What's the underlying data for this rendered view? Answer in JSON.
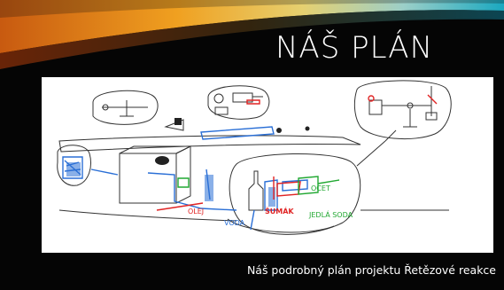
{
  "slide": {
    "title": "NÁŠ PLÁN",
    "caption": "Náš podrobný plán projektu Řetězové reakce"
  },
  "sketch_labels": {
    "olej": "OLEJ",
    "voda": "VODA",
    "sumak": "ŠUMÁK",
    "ocet": "OCET",
    "jedla_soda": "JEDLÁ SODA"
  },
  "colors": {
    "background": "#050505",
    "title": "#ffffff",
    "swoosh_orange": "#f0a020",
    "swoosh_teal": "#20b0c8"
  }
}
